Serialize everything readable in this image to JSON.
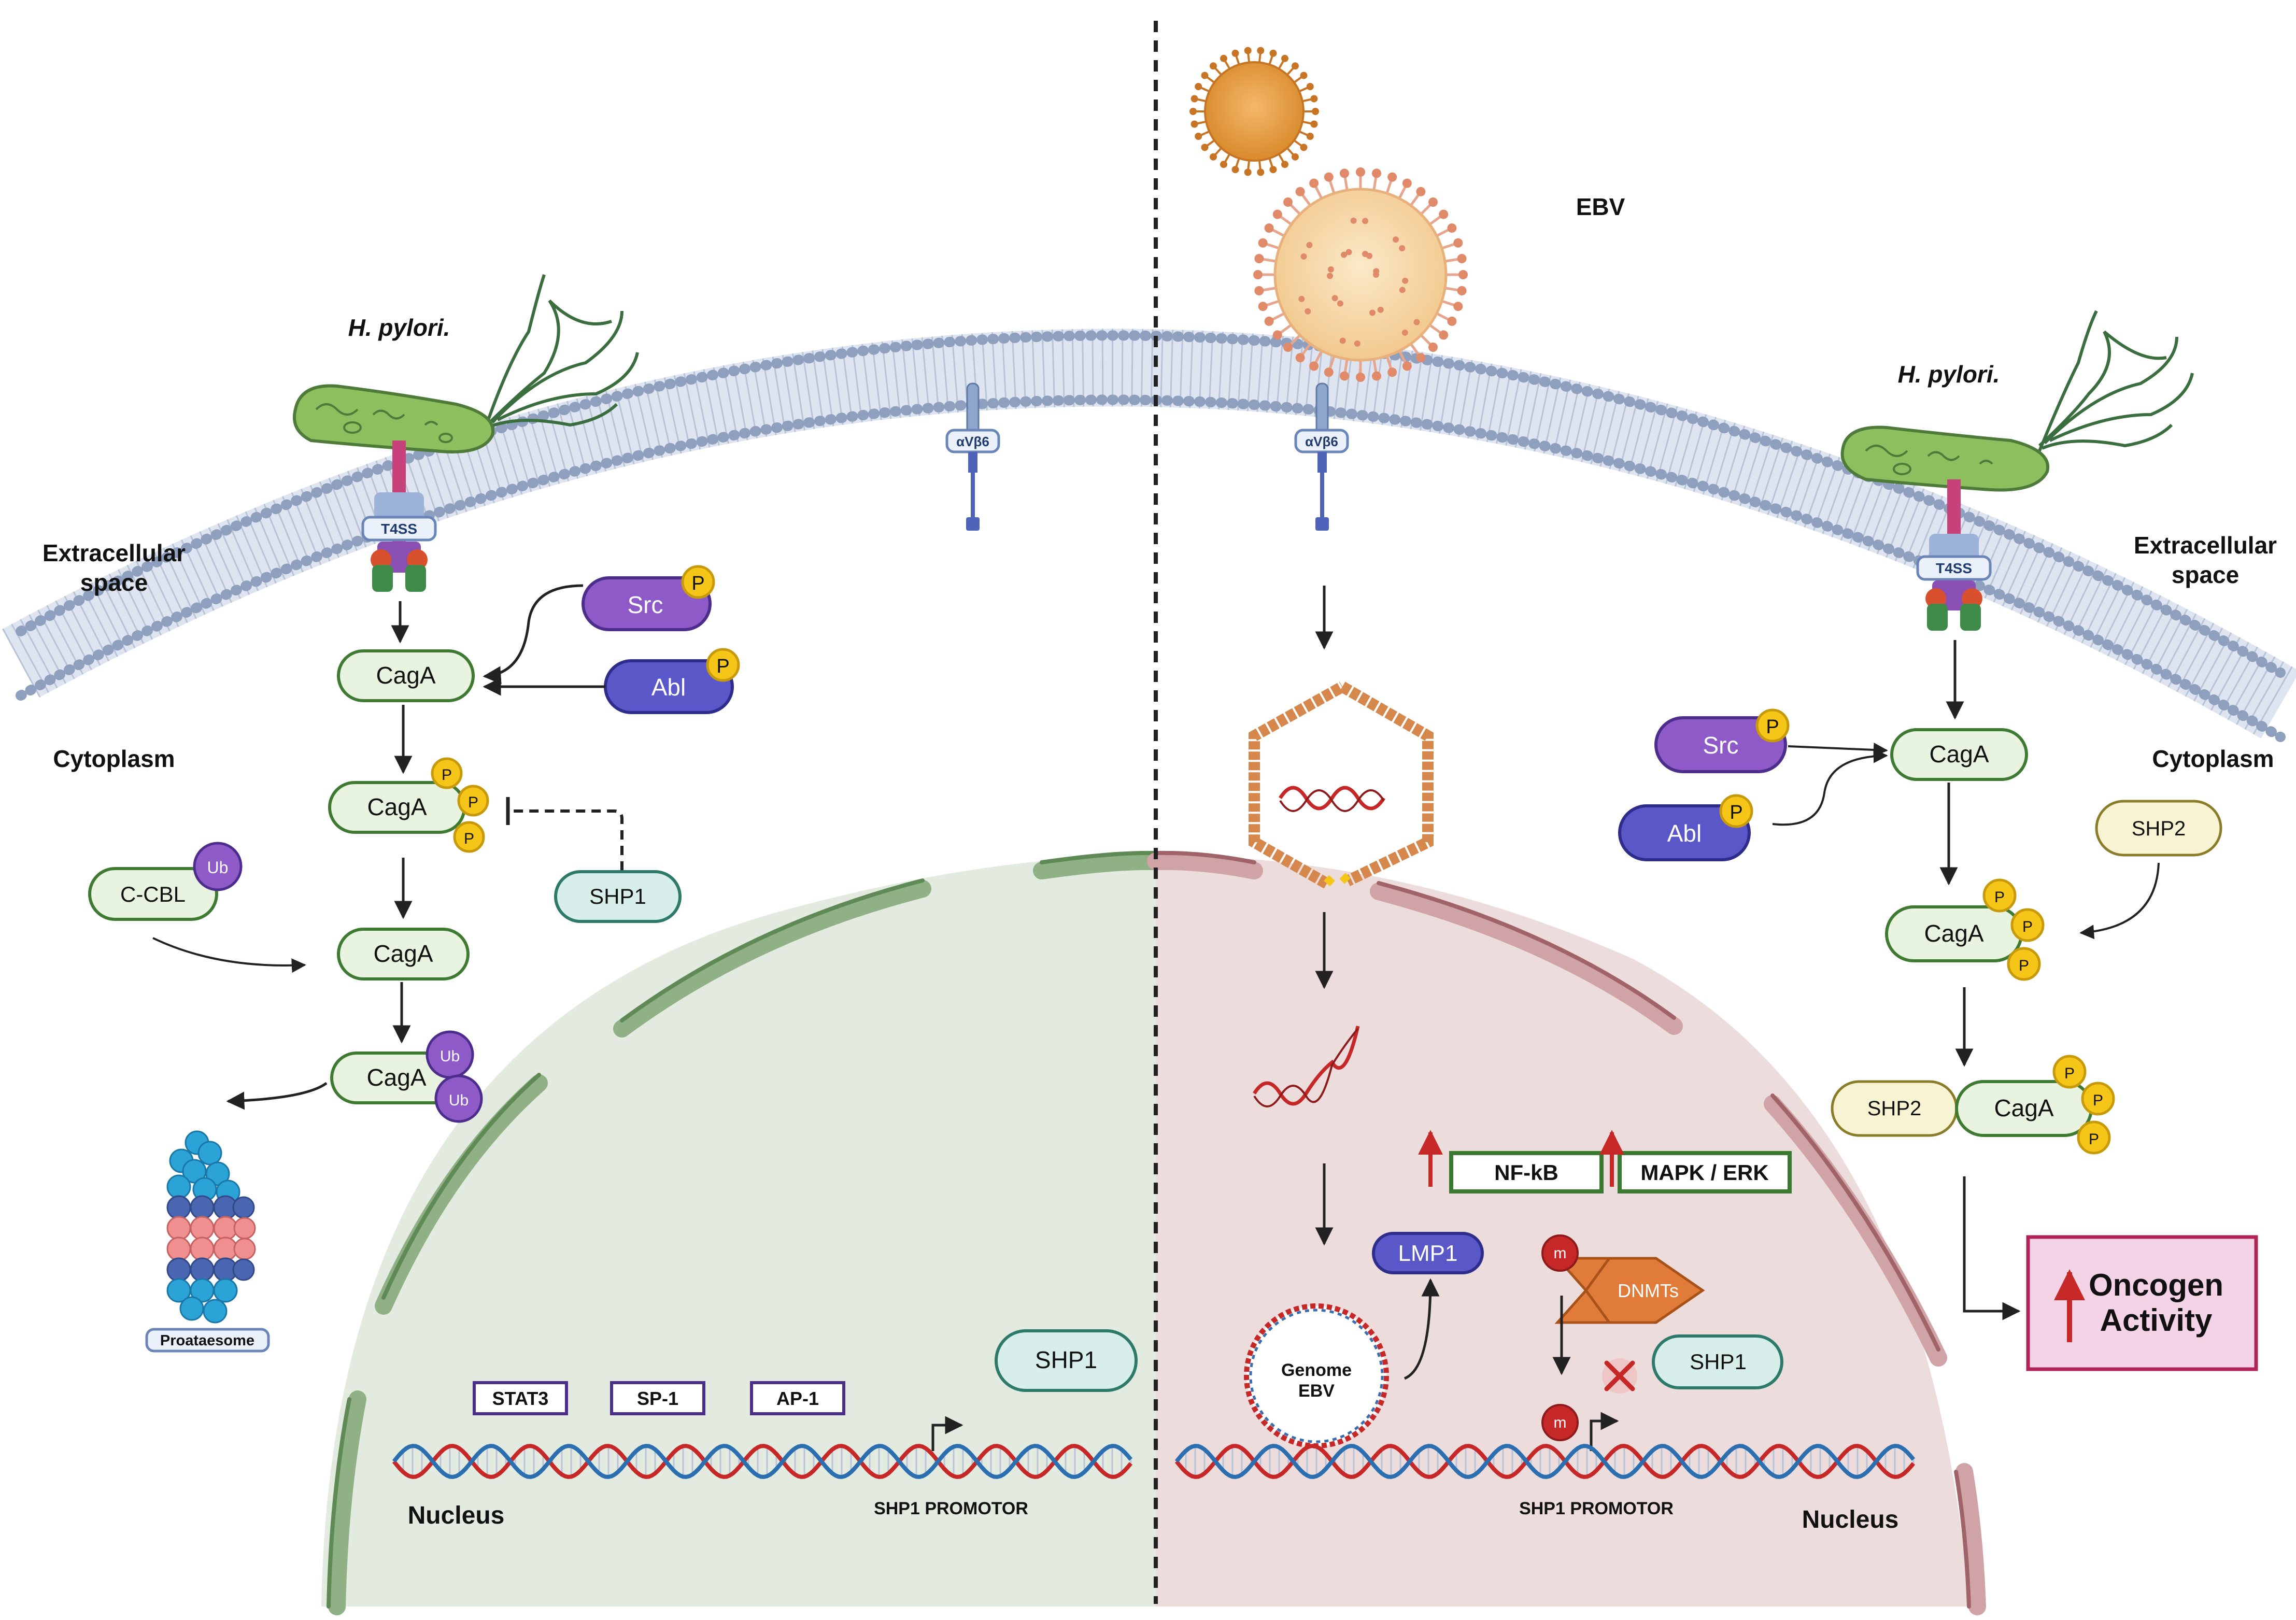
{
  "labels": {
    "hpylori_left": "H. pylori.",
    "hpylori_right": "H. pylori.",
    "extracellular_left": [
      "Extracellular",
      "space"
    ],
    "extracellular_right": [
      "Extracellular",
      "space"
    ],
    "cytoplasm_left": "Cytoplasm",
    "cytoplasm_right": "Cytoplasm",
    "nucleus_left": "Nucleus",
    "nucleus_right": "Nucleus",
    "ebv": "EBV",
    "t4ss": "T4SS",
    "integrin": "αVβ6",
    "proteasome": "Proataesome",
    "promoter": "SHP1 PROMOTOR",
    "genome_ebv": [
      "Genome",
      "EBV"
    ]
  },
  "molecules": {
    "src": "Src",
    "abl": "Abl",
    "cagA": "CagA",
    "shp1": "SHP1",
    "shp2": "SHP2",
    "ccbl": "C-CBL",
    "lmp1": "LMP1",
    "dnmts": "DNMTs",
    "nfkb": "NF-kB",
    "mapk": "MAPK / ERK",
    "stat3": "STAT3",
    "sp1": "SP-1",
    "ap1": "AP-1",
    "phospho": "P",
    "ubiquitin": "Ub",
    "methyl": "m"
  },
  "outcome": [
    "Oncogen",
    "Activity"
  ],
  "colors": {
    "membrane": "#9aaac8",
    "nucleus_left": "#e3eadf",
    "nucleus_right": "#ecdcdc",
    "cagA_fill": "#e8f4df",
    "cagA_stroke": "#3f7a32",
    "src": "#8e5ac8",
    "abl": "#5a58c8",
    "phospho": "#f5c518",
    "ubiquitin": "#8e5ac8",
    "shp1_fill": "#d7eeea",
    "shp2_fill": "#f8f3d2",
    "box_purple": "#4d2d8c",
    "box_green": "#3a7a30",
    "arrow_red": "#c62828",
    "oncogen_fill": "#f5d3e6",
    "oncogen_stroke": "#b0245a"
  }
}
